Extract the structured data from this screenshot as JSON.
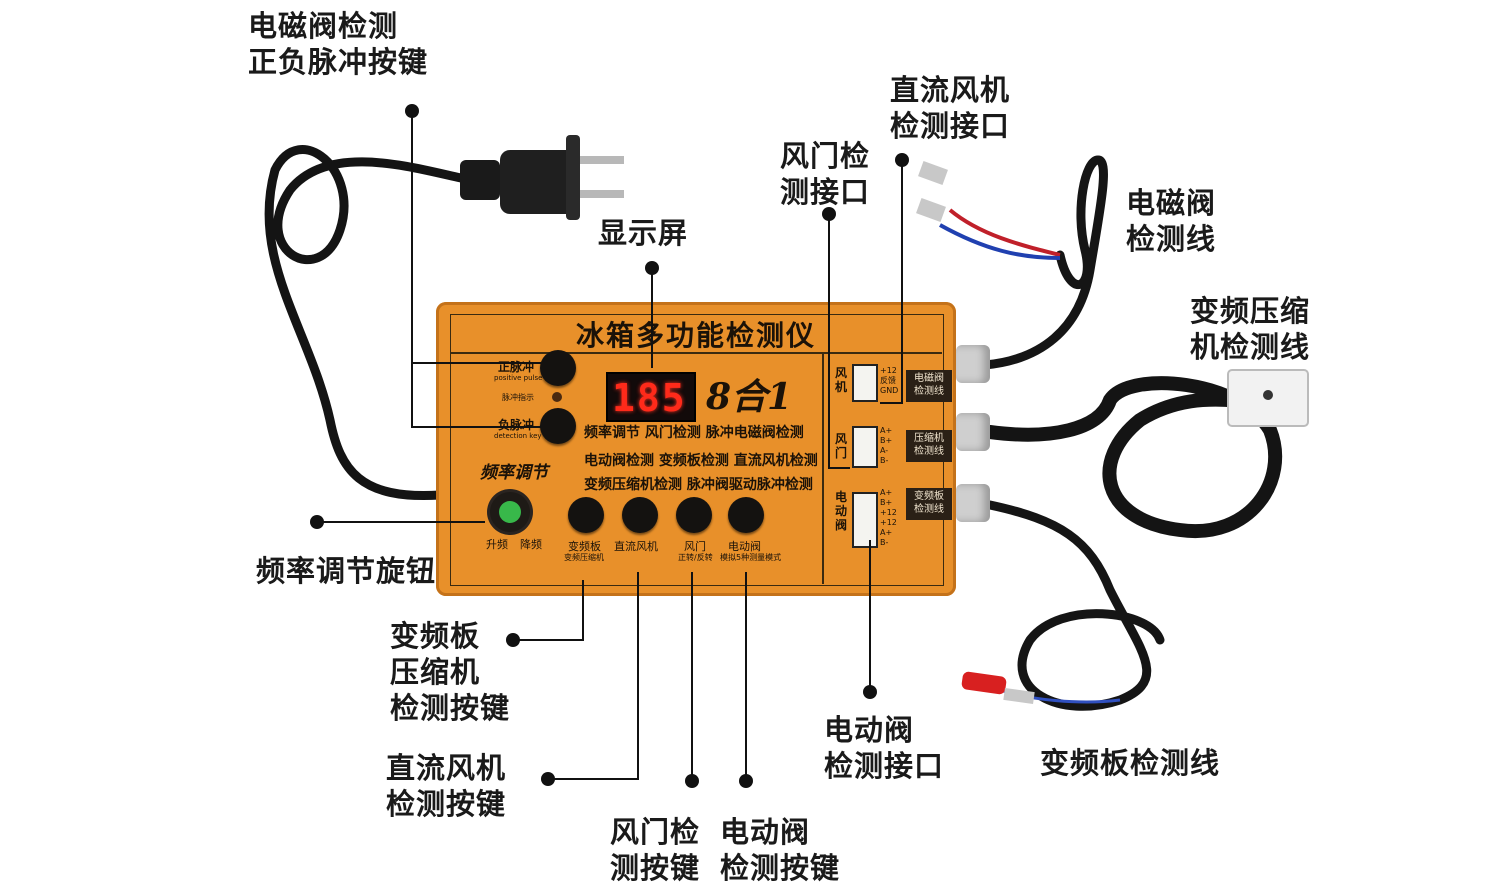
{
  "callouts": {
    "solenoid_pulse_keys": [
      "电磁阀检测",
      "正负脉冲按键"
    ],
    "display": "显示屏",
    "damper_port": [
      "风门检",
      "测接口"
    ],
    "dc_fan_port": [
      "直流风机",
      "检测接口"
    ],
    "solenoid_line": [
      "电磁阀",
      "检测线"
    ],
    "inverter_compressor_line": [
      "变频压缩",
      "机检测线"
    ],
    "freq_knob": "频率调节旋钮",
    "inverter_board_key": [
      "变频板",
      "压缩机",
      "检测按键"
    ],
    "dc_fan_key": [
      "直流风机",
      "检测按键"
    ],
    "damper_key": [
      "风门检",
      "测按键"
    ],
    "electric_valve_key": [
      "电动阀",
      "检测按键"
    ],
    "electric_valve_port": [
      "电动阀",
      "检测接口"
    ],
    "inverter_board_line": "变频板检测线"
  },
  "device": {
    "title": "冰箱多功能检测仪",
    "display_value": "185",
    "model": "8合1",
    "pos_pulse": "正脉冲",
    "pos_pulse_en": "positive pulse",
    "pulse_indicator": "脉冲指示",
    "neg_pulse": "负脉冲",
    "neg_pulse_en": "detection key",
    "func_row1": "频率调节 风门检测 脉冲电磁阀检测",
    "func_row2": "电动阀检测 变频板检测 直流风机检测",
    "func_row3": "变频压缩机检测 脉冲阀驱动脉冲检测",
    "freq_label": "频率调节",
    "freq_up": "升频",
    "freq_down": "降频",
    "key1": "变频板",
    "key1_sub": "变频压缩机",
    "key2": "直流风机",
    "key3": "风门",
    "key3_sub": "正转/反转",
    "key4": "电动阀",
    "key4_sub": "模拟5种测量模式",
    "port_fan_lbl": [
      "风",
      "机"
    ],
    "port_fan_pins": [
      "+12",
      "反馈",
      "GND"
    ],
    "port_damper_lbl": [
      "风",
      "门"
    ],
    "port_damper_pins": [
      "A+",
      "B+",
      "A-",
      "B-"
    ],
    "port_valve_lbl": [
      "电",
      "动",
      "阀"
    ],
    "port_valve_pins": [
      "A+",
      "B+",
      "+12",
      "+12",
      "A+",
      "B-"
    ],
    "conn_solenoid": [
      "电磁阀",
      "检测线"
    ],
    "conn_compressor": [
      "压缩机",
      "检测线"
    ],
    "conn_board": [
      "变频板",
      "检测线"
    ]
  }
}
